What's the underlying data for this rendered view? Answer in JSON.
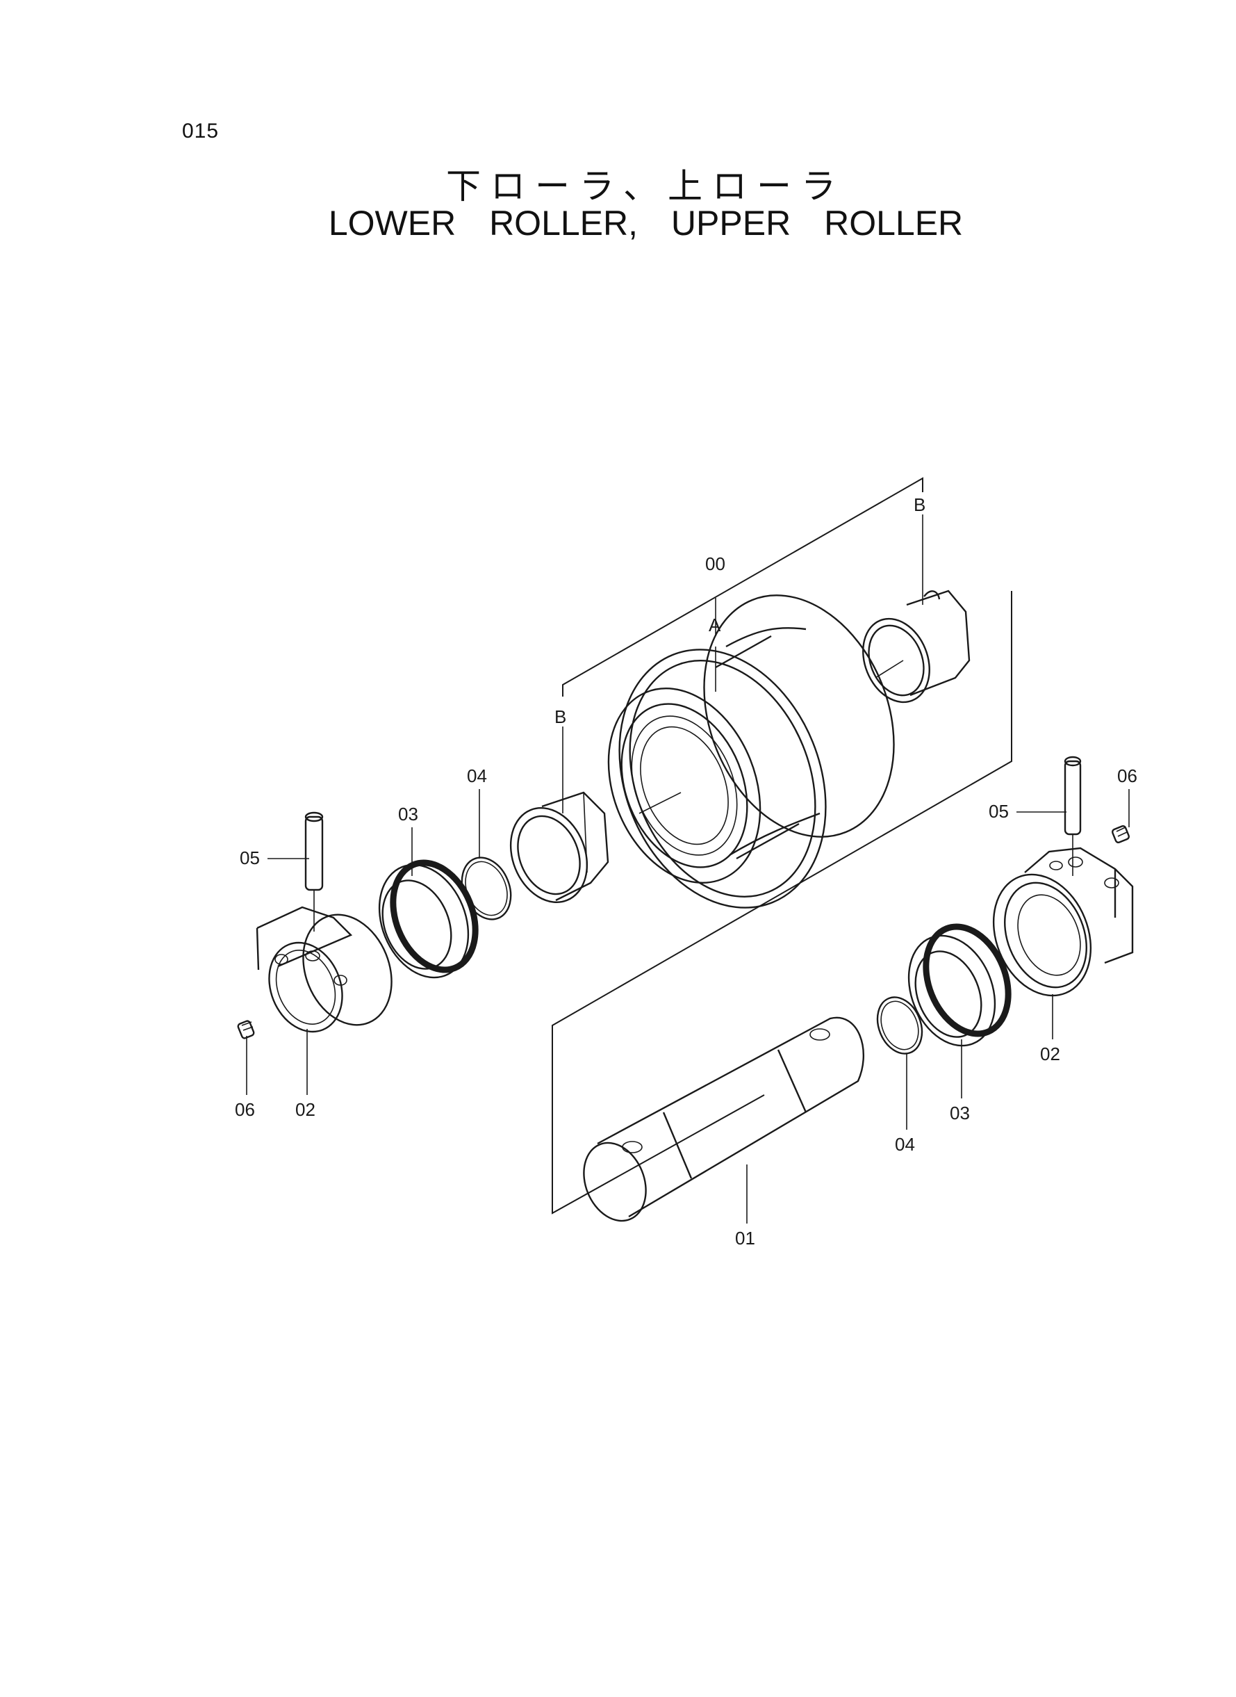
{
  "page_number": "015",
  "title_jp": "下ローラ、上ローラ",
  "title_en": "LOWER ROLLER, UPPER ROLLER",
  "callouts": {
    "assembly": "00",
    "roller_a": "A",
    "bushing_b_top": "B",
    "bushing_b_left": "B",
    "shaft": "01",
    "collar_left": "02",
    "collar_right": "02",
    "seal_left": "03",
    "seal_right": "03",
    "oring_left": "04",
    "oring_right": "04",
    "pin_left": "05",
    "pin_right": "05",
    "plug_left": "06",
    "plug_right": "06"
  }
}
